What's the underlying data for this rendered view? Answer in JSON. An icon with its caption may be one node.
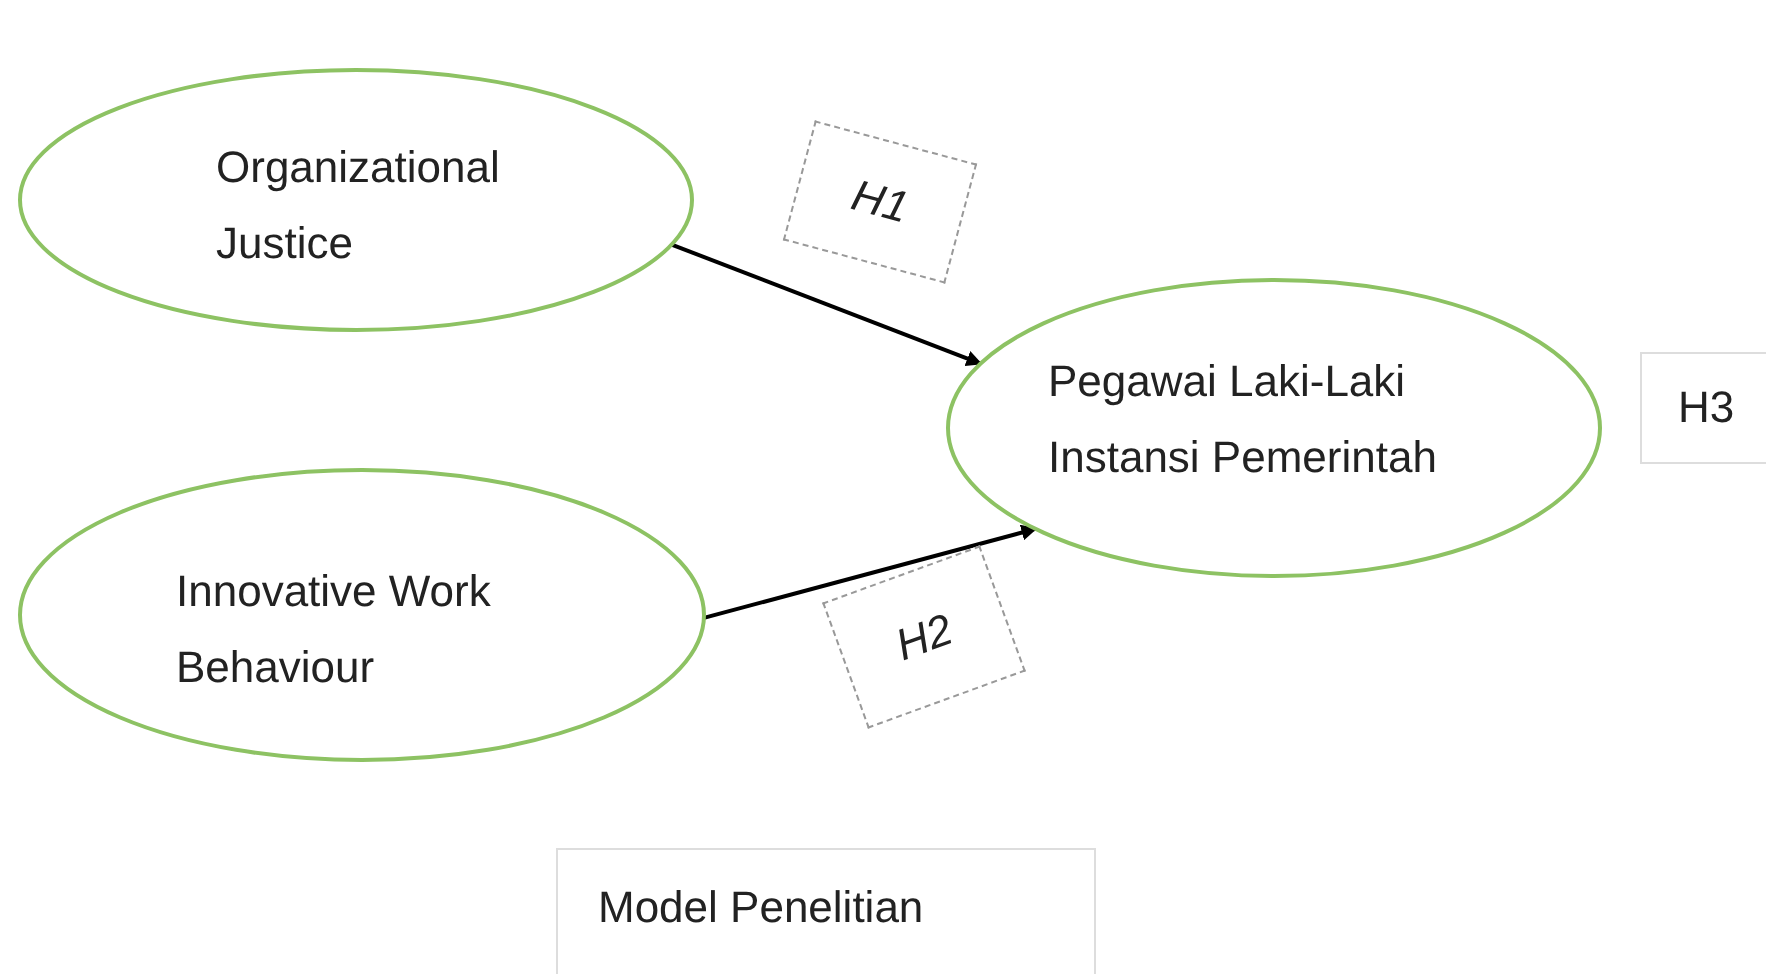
{
  "diagram": {
    "nodes": [
      {
        "text": [
          "Organizational Justice"
        ]
      },
      {
        "text": [
          "Innovative Work Behaviour"
        ]
      },
      {
        "text": [
          "Pegawai Laki-Laki Instansi Pemerintah"
        ]
      }
    ],
    "edges": [
      {
        "from": 0,
        "to": 2,
        "arrow": "to",
        "label": "H1"
      },
      {
        "from": 1,
        "to": 2,
        "arrow": "to",
        "label": "H2"
      }
    ],
    "labels": [
      "H3",
      "Model Penelitian"
    ]
  }
}
